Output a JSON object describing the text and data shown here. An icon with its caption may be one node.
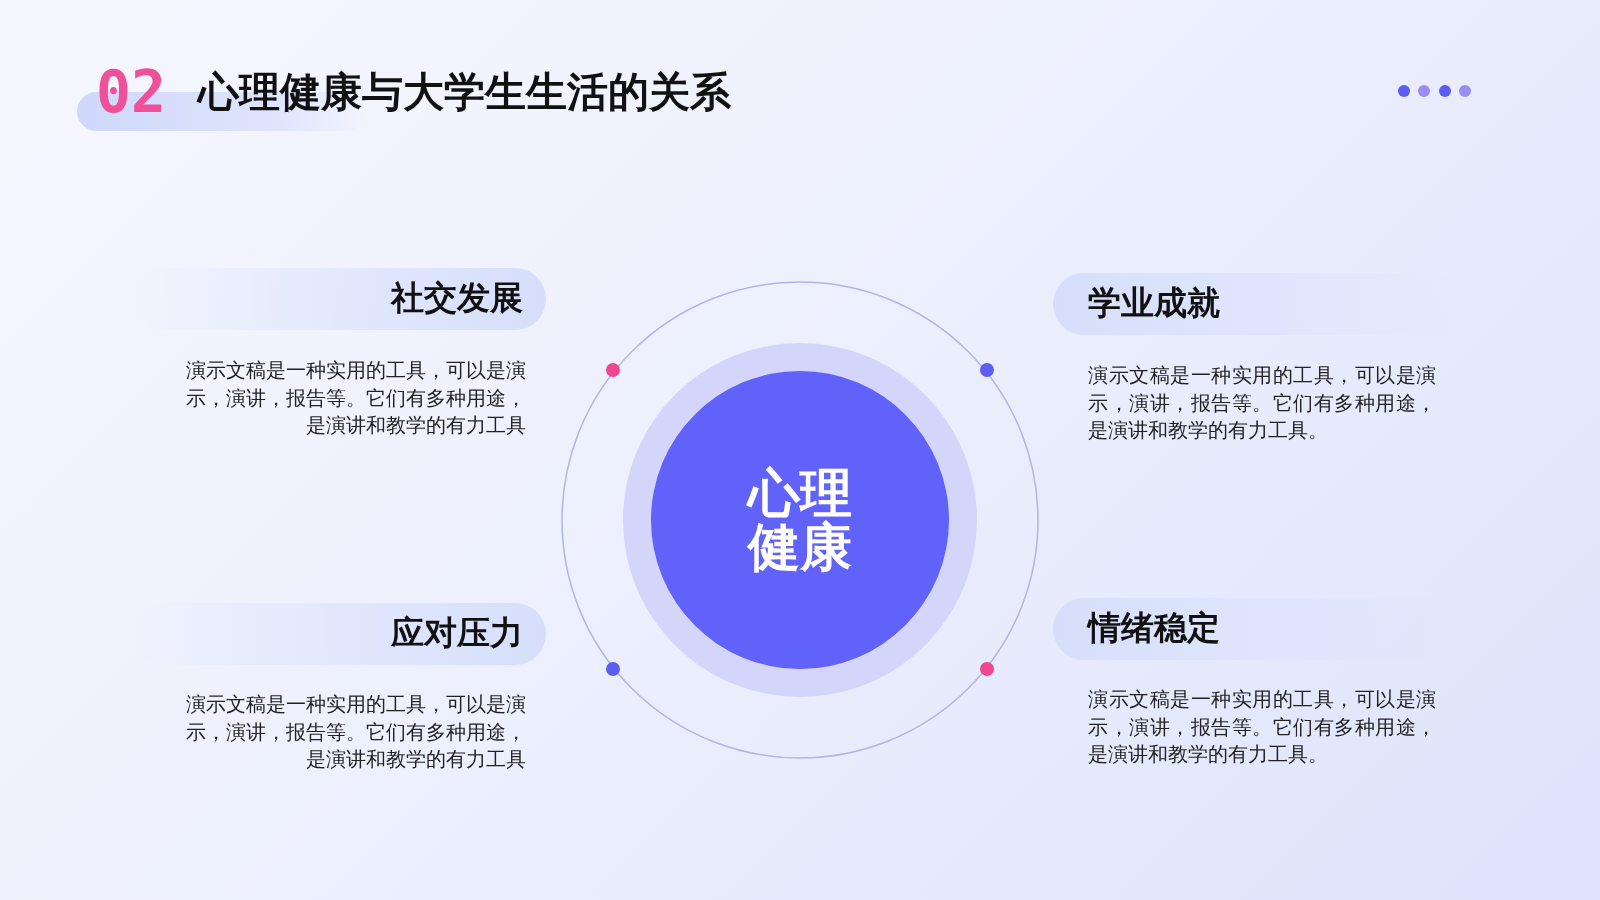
{
  "diagram": {
    "title": "心理健康与大学生生活的关系",
    "nodes": [
      {
        "text": [
          "社交发展",
          "演示文稿是一种实用的工具，可以是演示，演讲，报告等。它们有多种用途，是演讲和教学的有力工具"
        ]
      },
      {
        "text": [
          "学业成就",
          "演示文稿是一种实用的工具，可以是演示，演讲，报告等。它们有多种用途，是演讲和教学的有力工具。"
        ]
      },
      {
        "text": [
          "心理健康"
        ]
      },
      {
        "text": [
          "应对压力",
          "演示文稿是一种实用的工具，可以是演示，演讲，报告等。它们有多种用途，是演讲和教学的有力工具"
        ]
      },
      {
        "text": [
          "情绪稳定",
          "演示文稿是一种实用的工具，可以是演示，演讲，报告等。它们有多种用途，是演讲和教学的有力工具。"
        ]
      }
    ],
    "labels": [
      "02"
    ]
  }
}
